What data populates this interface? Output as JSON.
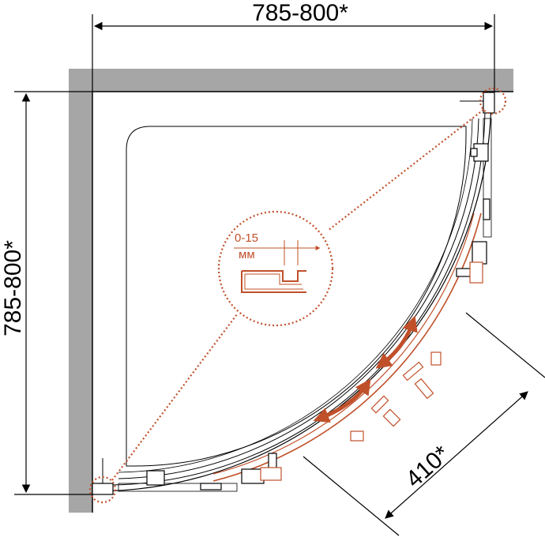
{
  "dimensions": {
    "width_label": "785-800*",
    "depth_label": "785-800*",
    "door_label": "410*"
  },
  "detail": {
    "gap_label": "0-15",
    "unit_label": "мм"
  },
  "colors": {
    "wall": "#a6a6a6",
    "line": "#000000",
    "accent": "#c0502a"
  }
}
